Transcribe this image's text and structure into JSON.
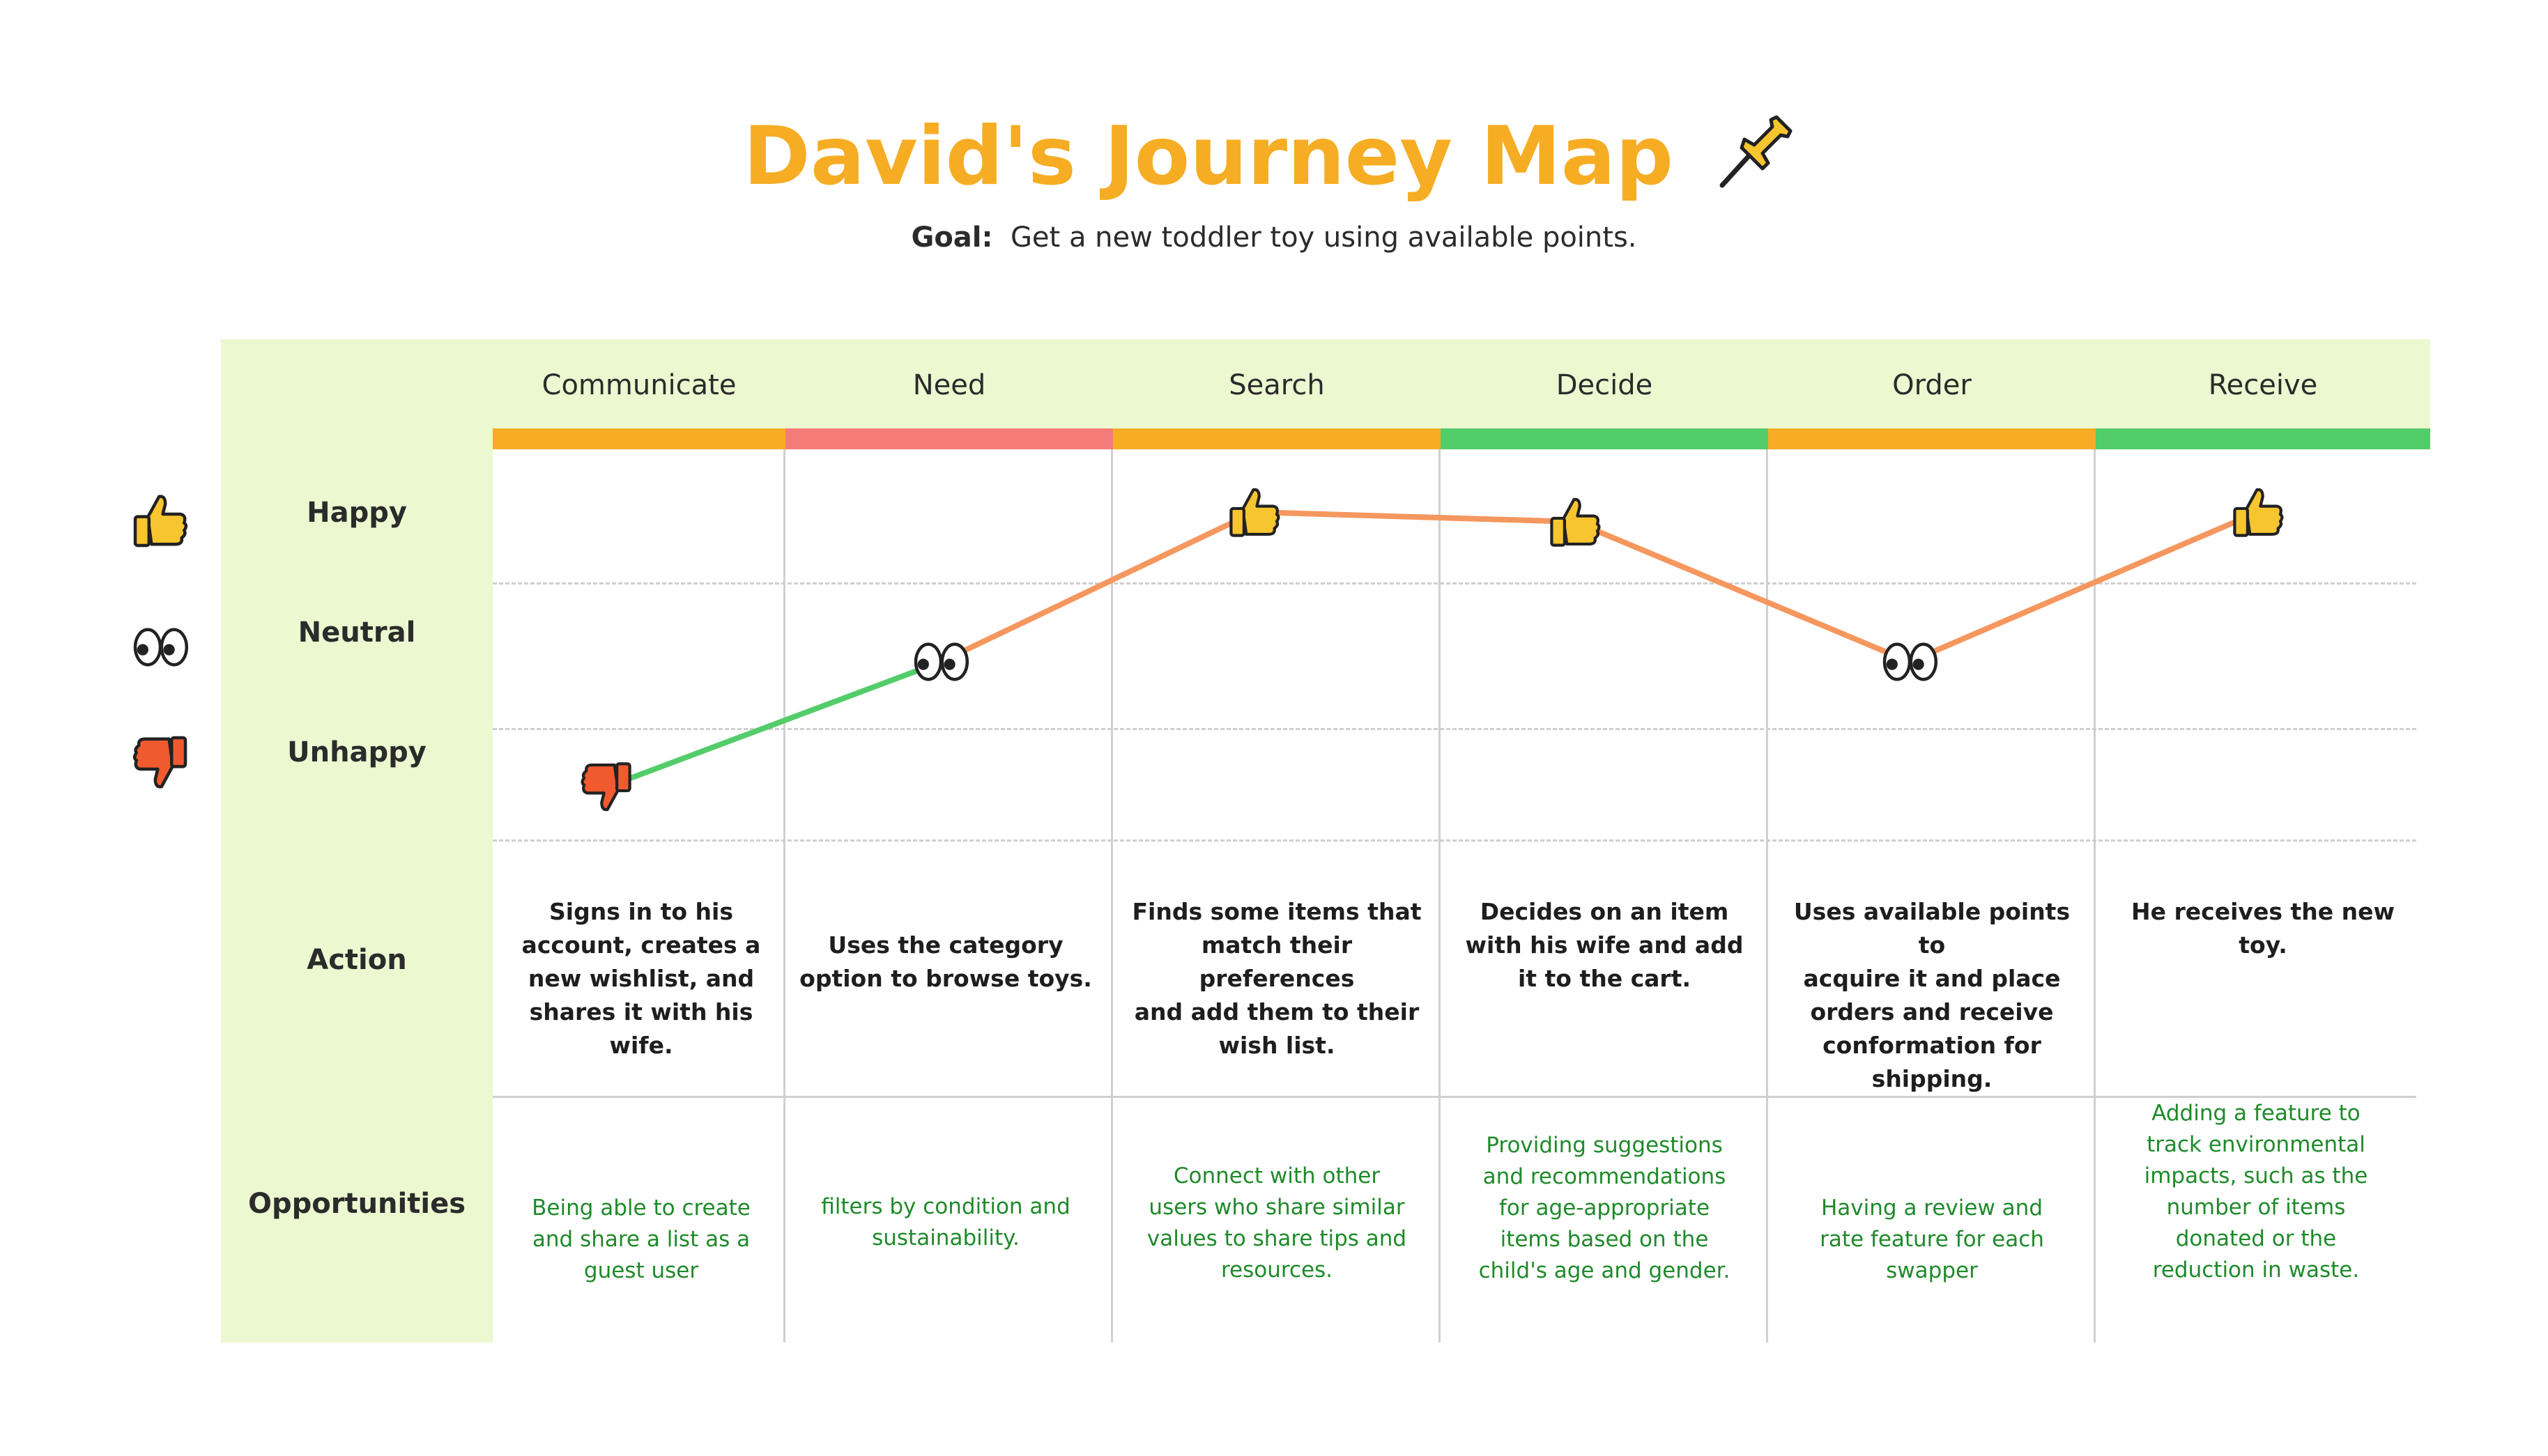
{
  "header": {
    "title": "David's Journey Map",
    "goal_label": "Goal:",
    "goal_text": "Get a new toddler toy using available points."
  },
  "rows": {
    "happy": "Happy",
    "neutral": "Neutral",
    "unhappy": "Unhappy",
    "action": "Action",
    "opportunities": "Opportunities"
  },
  "stages": [
    {
      "name": "Communicate",
      "bar_color": "#f6ad24",
      "sentiment": "unhappy",
      "action": [
        "Signs in to his",
        "account, creates a",
        "new wishlist, and",
        "shares it with his",
        "wife."
      ],
      "opportunity": [
        "Being able to create",
        "and share a list as a",
        "guest user"
      ]
    },
    {
      "name": "Need",
      "bar_color": "#f57b78",
      "sentiment": "neutral",
      "action": [
        "Uses the category",
        "option to browse toys."
      ],
      "opportunity": [
        "filters by condition and",
        "sustainability."
      ]
    },
    {
      "name": "Search",
      "bar_color": "#f6ad24",
      "sentiment": "happy",
      "action": [
        "Finds some items that",
        "match their preferences",
        "and add them to their",
        "wish list."
      ],
      "opportunity": [
        "Connect with other",
        "users who share similar",
        "values to share tips and",
        "resources."
      ]
    },
    {
      "name": "Decide",
      "bar_color": "#53cc6a",
      "sentiment": "happy",
      "action": [
        "Decides on an item",
        "with his wife and add",
        "it to the cart."
      ],
      "opportunity": [
        "Providing suggestions",
        "and recommendations",
        "for age-appropriate",
        "items based on the",
        "child's age and gender."
      ]
    },
    {
      "name": "Order",
      "bar_color": "#f6ad24",
      "sentiment": "neutral",
      "action": [
        "Uses available points to",
        "acquire it and place",
        "orders and receive",
        "conformation for",
        "shipping."
      ],
      "opportunity": [
        "Having a review and",
        "rate feature for each",
        "swapper"
      ]
    },
    {
      "name": "Receive",
      "bar_color": "#53cc6a",
      "sentiment": "happy",
      "action": [
        "He receives the new",
        "toy."
      ],
      "opportunity": [
        "Adding a feature to",
        "track environmental",
        "impacts, such as the",
        "number of items",
        "donated or the",
        "reduction in waste."
      ]
    }
  ],
  "colors": {
    "title": "#f6ad24",
    "panel": "#ebf8d0",
    "line_unhappy_segment": "#53cc6a",
    "line_main": "#f5975e",
    "opportunity_text": "#1f8a2a"
  },
  "icons": {
    "happy": "thumbs-up-icon",
    "neutral": "eyes-icon",
    "unhappy": "thumbs-down-icon",
    "title": "pushpin-icon"
  }
}
